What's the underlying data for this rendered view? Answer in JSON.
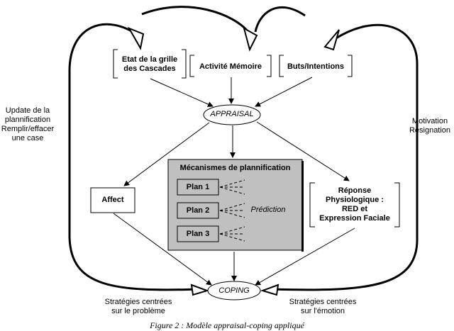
{
  "nodes": {
    "etat": "Etat de la grille\ndes Cascades",
    "activite": "Activité Mémoire",
    "buts": "Buts/Intentions",
    "appraisal": "APPRAISAL",
    "mecanismes": "Mécanismes de plannification",
    "plan1": "Plan 1",
    "plan2": "Plan 2",
    "plan3": "Plan 3",
    "prediction": "Prédiction",
    "affect": "Affect",
    "reponse": "Réponse\nPhysiologique :\nRED et\nExpression Faciale",
    "coping": "COPING"
  },
  "side_labels": {
    "left": "Update de la\nplannification\nRemplir/effacer\nune case",
    "right": "Motivation\nRésignation",
    "bottom_left": "Stratégies centrées\nsur le problème",
    "bottom_right": "Stratégies centrées\nsur l'émotion"
  },
  "caption": "Figure 2 : Modèle appraisal-coping appliqué",
  "colors": {
    "ink": "#000000",
    "panel": "#c0c0c0",
    "background": "#ffffff"
  }
}
